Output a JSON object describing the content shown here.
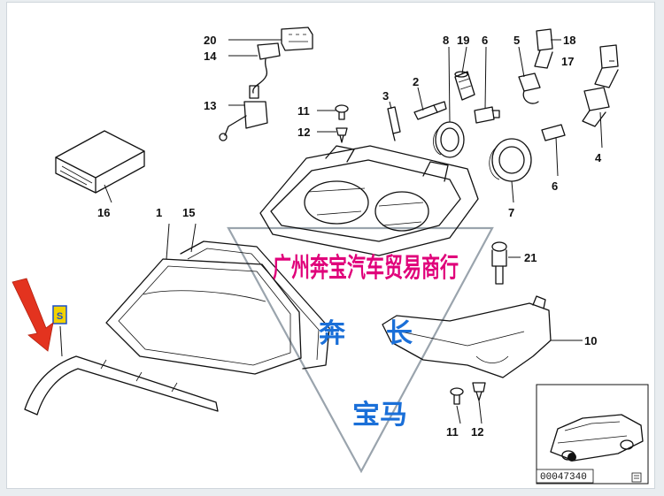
{
  "diagram": {
    "callouts": [
      "1",
      "2",
      "3",
      "4",
      "5",
      "6",
      "6",
      "7",
      "8",
      "10",
      "11",
      "11",
      "12",
      "12",
      "13",
      "14",
      "15",
      "16",
      "17",
      "18",
      "19",
      "20",
      "21"
    ],
    "labels": {
      "p20": "20",
      "p14": "14",
      "p13": "13",
      "p11a": "11",
      "p12a": "12",
      "p3": "3",
      "p2": "2",
      "p8": "8",
      "p19": "19",
      "p6a": "6",
      "p5": "5",
      "p18": "18",
      "p17": "17",
      "p4": "4",
      "p6b": "6",
      "p7": "7",
      "p16": "16",
      "p1": "1",
      "p15": "15",
      "p21": "21",
      "p10": "10",
      "p11b": "11",
      "p12b": "12",
      "badge": "S"
    },
    "reference_number": "00047340",
    "watermark": {
      "line1": "广州奔宝汽车贸易商行",
      "line2a": "奔",
      "line2b": "长",
      "line3": "宝马"
    },
    "colors": {
      "watermark_red": "#e0007a",
      "watermark_blue": "#1a6fd8",
      "arrow_red": "#e3331f",
      "badge_yellow": "#f2d200",
      "badge_border": "#1b4fc9"
    },
    "icons": [
      "red-arrow-icon",
      "car-location-icon",
      "page-corner-icon"
    ]
  }
}
